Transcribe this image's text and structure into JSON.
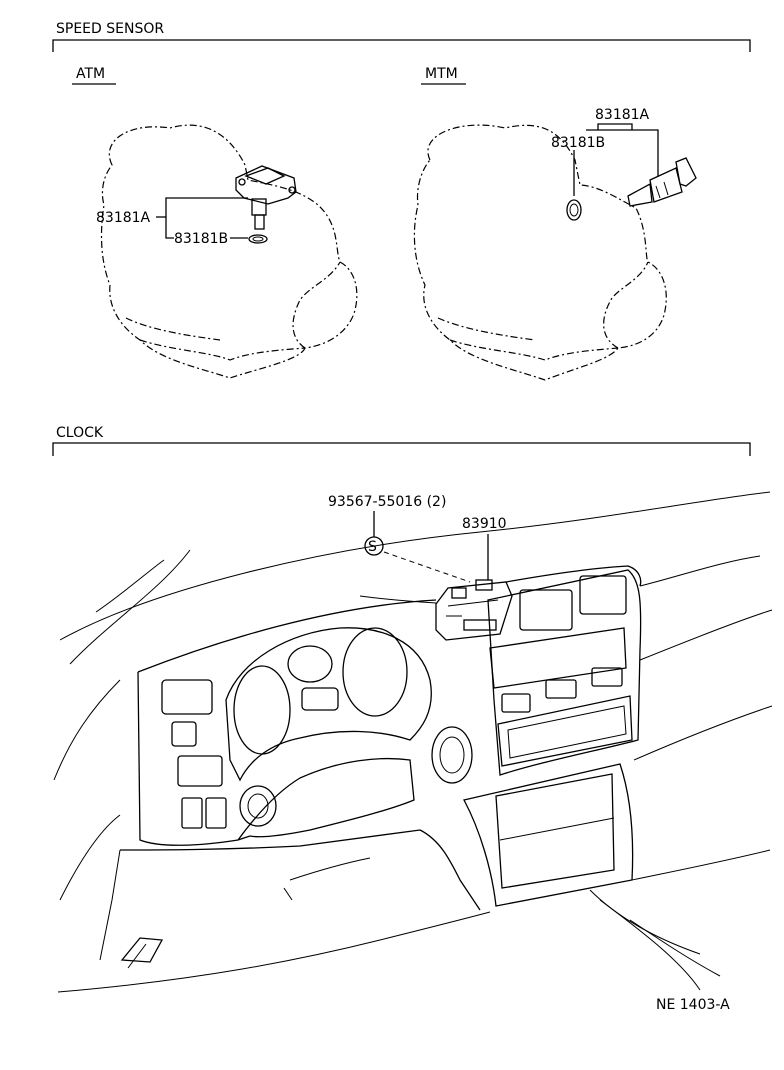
{
  "sections": {
    "speed_sensor": {
      "title": "SPEED SENSOR",
      "atm": {
        "label": "ATM",
        "parts": {
          "sensor": "83181A",
          "o_ring": "83181B"
        }
      },
      "mtm": {
        "label": "MTM",
        "parts": {
          "sensor": "83181A",
          "o_ring": "83181B"
        }
      }
    },
    "clock": {
      "title": "CLOCK",
      "parts": {
        "screw": "93567-55016 (2)",
        "screw_symbol": "S",
        "clock": "83910"
      }
    }
  },
  "footer": {
    "code": "NE  1403-A"
  }
}
